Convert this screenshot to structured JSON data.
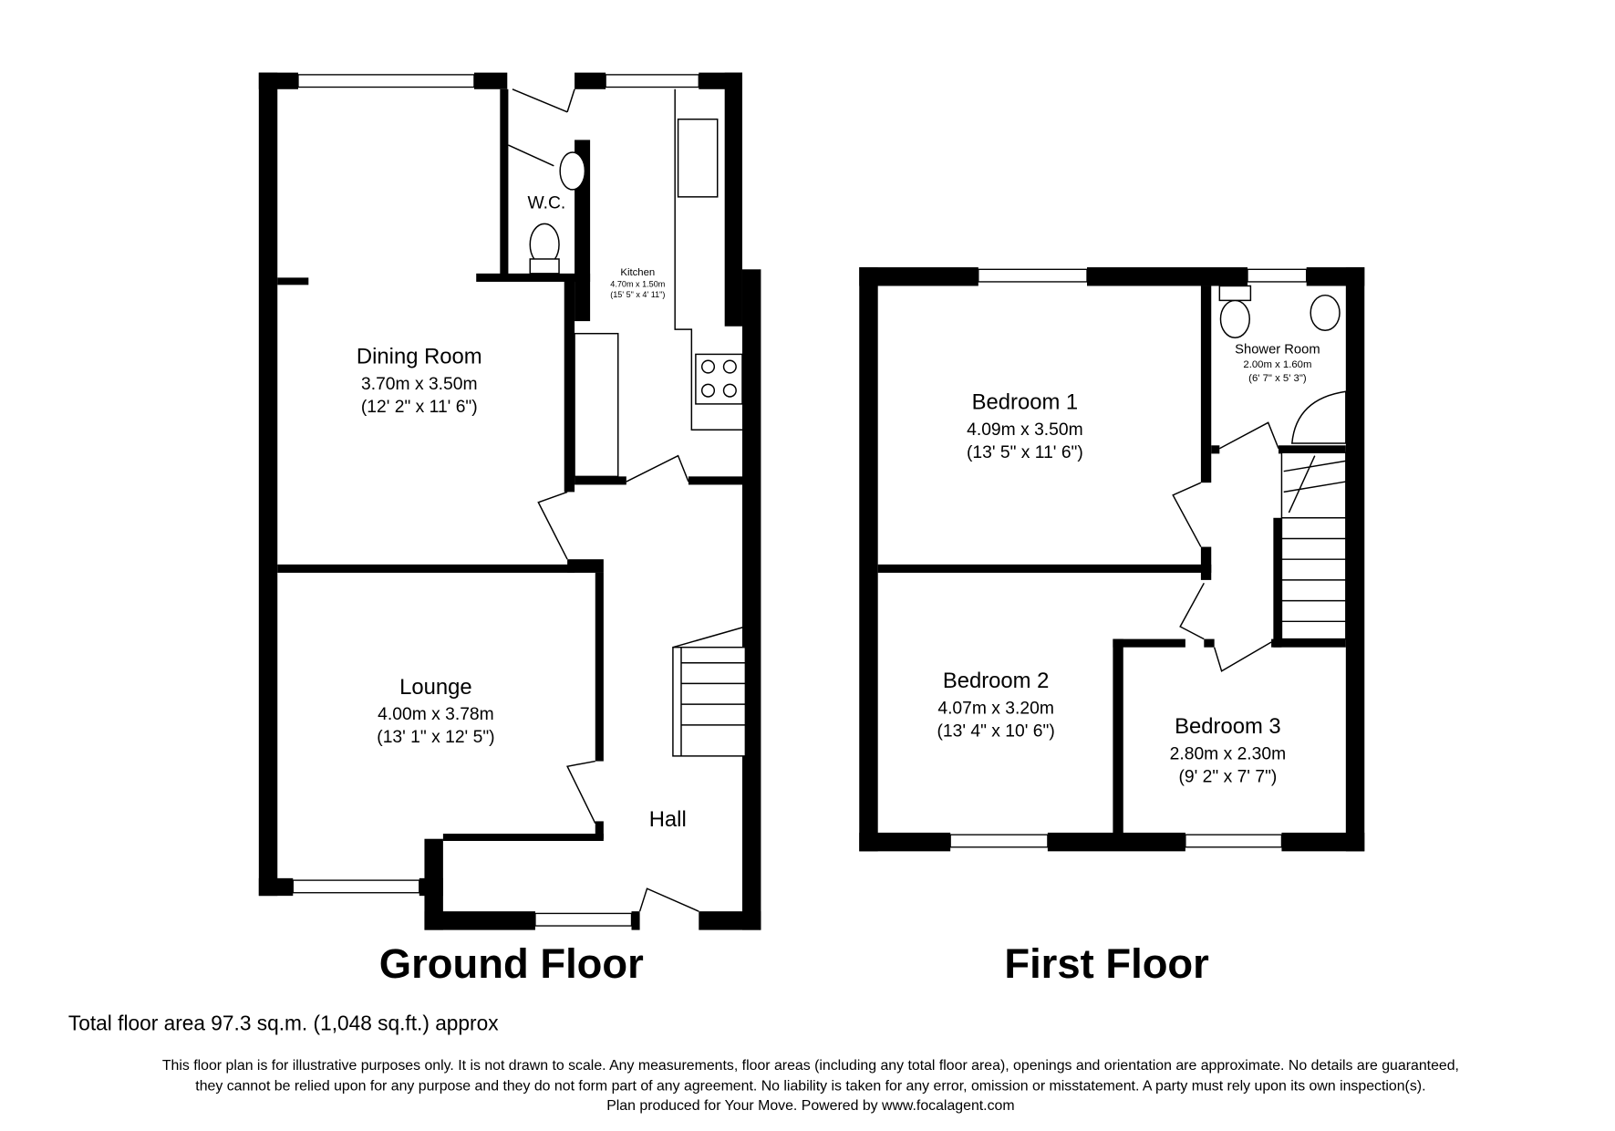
{
  "ground_floor": {
    "title": "Ground Floor",
    "rooms": [
      {
        "name": "Dining Room",
        "metric": "3.70m x 3.50m",
        "imperial": "(12' 2\" x 11' 6\")"
      },
      {
        "name": "Lounge",
        "metric": "4.00m x 3.78m",
        "imperial": "(13' 1\" x 12' 5\")"
      },
      {
        "name": "Kitchen",
        "metric": "4.70m x 1.50m",
        "imperial": "(15' 5\" x 4' 11\")"
      },
      {
        "name": "W.C."
      },
      {
        "name": "Hall"
      }
    ]
  },
  "first_floor": {
    "title": "First Floor",
    "rooms": [
      {
        "name": "Bedroom 1",
        "metric": "4.09m x 3.50m",
        "imperial": "(13' 5\" x 11' 6\")"
      },
      {
        "name": "Bedroom 2",
        "metric": "4.07m x 3.20m",
        "imperial": "(13' 4\" x 10' 6\")"
      },
      {
        "name": "Bedroom 3",
        "metric": "2.80m x 2.30m",
        "imperial": "(9' 2\" x 7' 7\")"
      },
      {
        "name": "Shower Room",
        "metric": "2.00m x 1.60m",
        "imperial": "(6' 7\" x 5' 3\")"
      }
    ]
  },
  "total_area": "Total floor area 97.3 sq.m. (1,048 sq.ft.) approx",
  "disclaimer": [
    "This floor plan is for illustrative purposes only. It is not drawn to scale. Any measurements, floor areas (including any total floor area), openings and orientation are approximate. No details are guaranteed,",
    "they cannot be relied upon for any purpose and they do not form part of any agreement. No liability is taken for any error, omission or misstatement. A party must rely upon its own inspection(s).",
    "Plan produced for Your Move. Powered by www.focalagent.com"
  ]
}
